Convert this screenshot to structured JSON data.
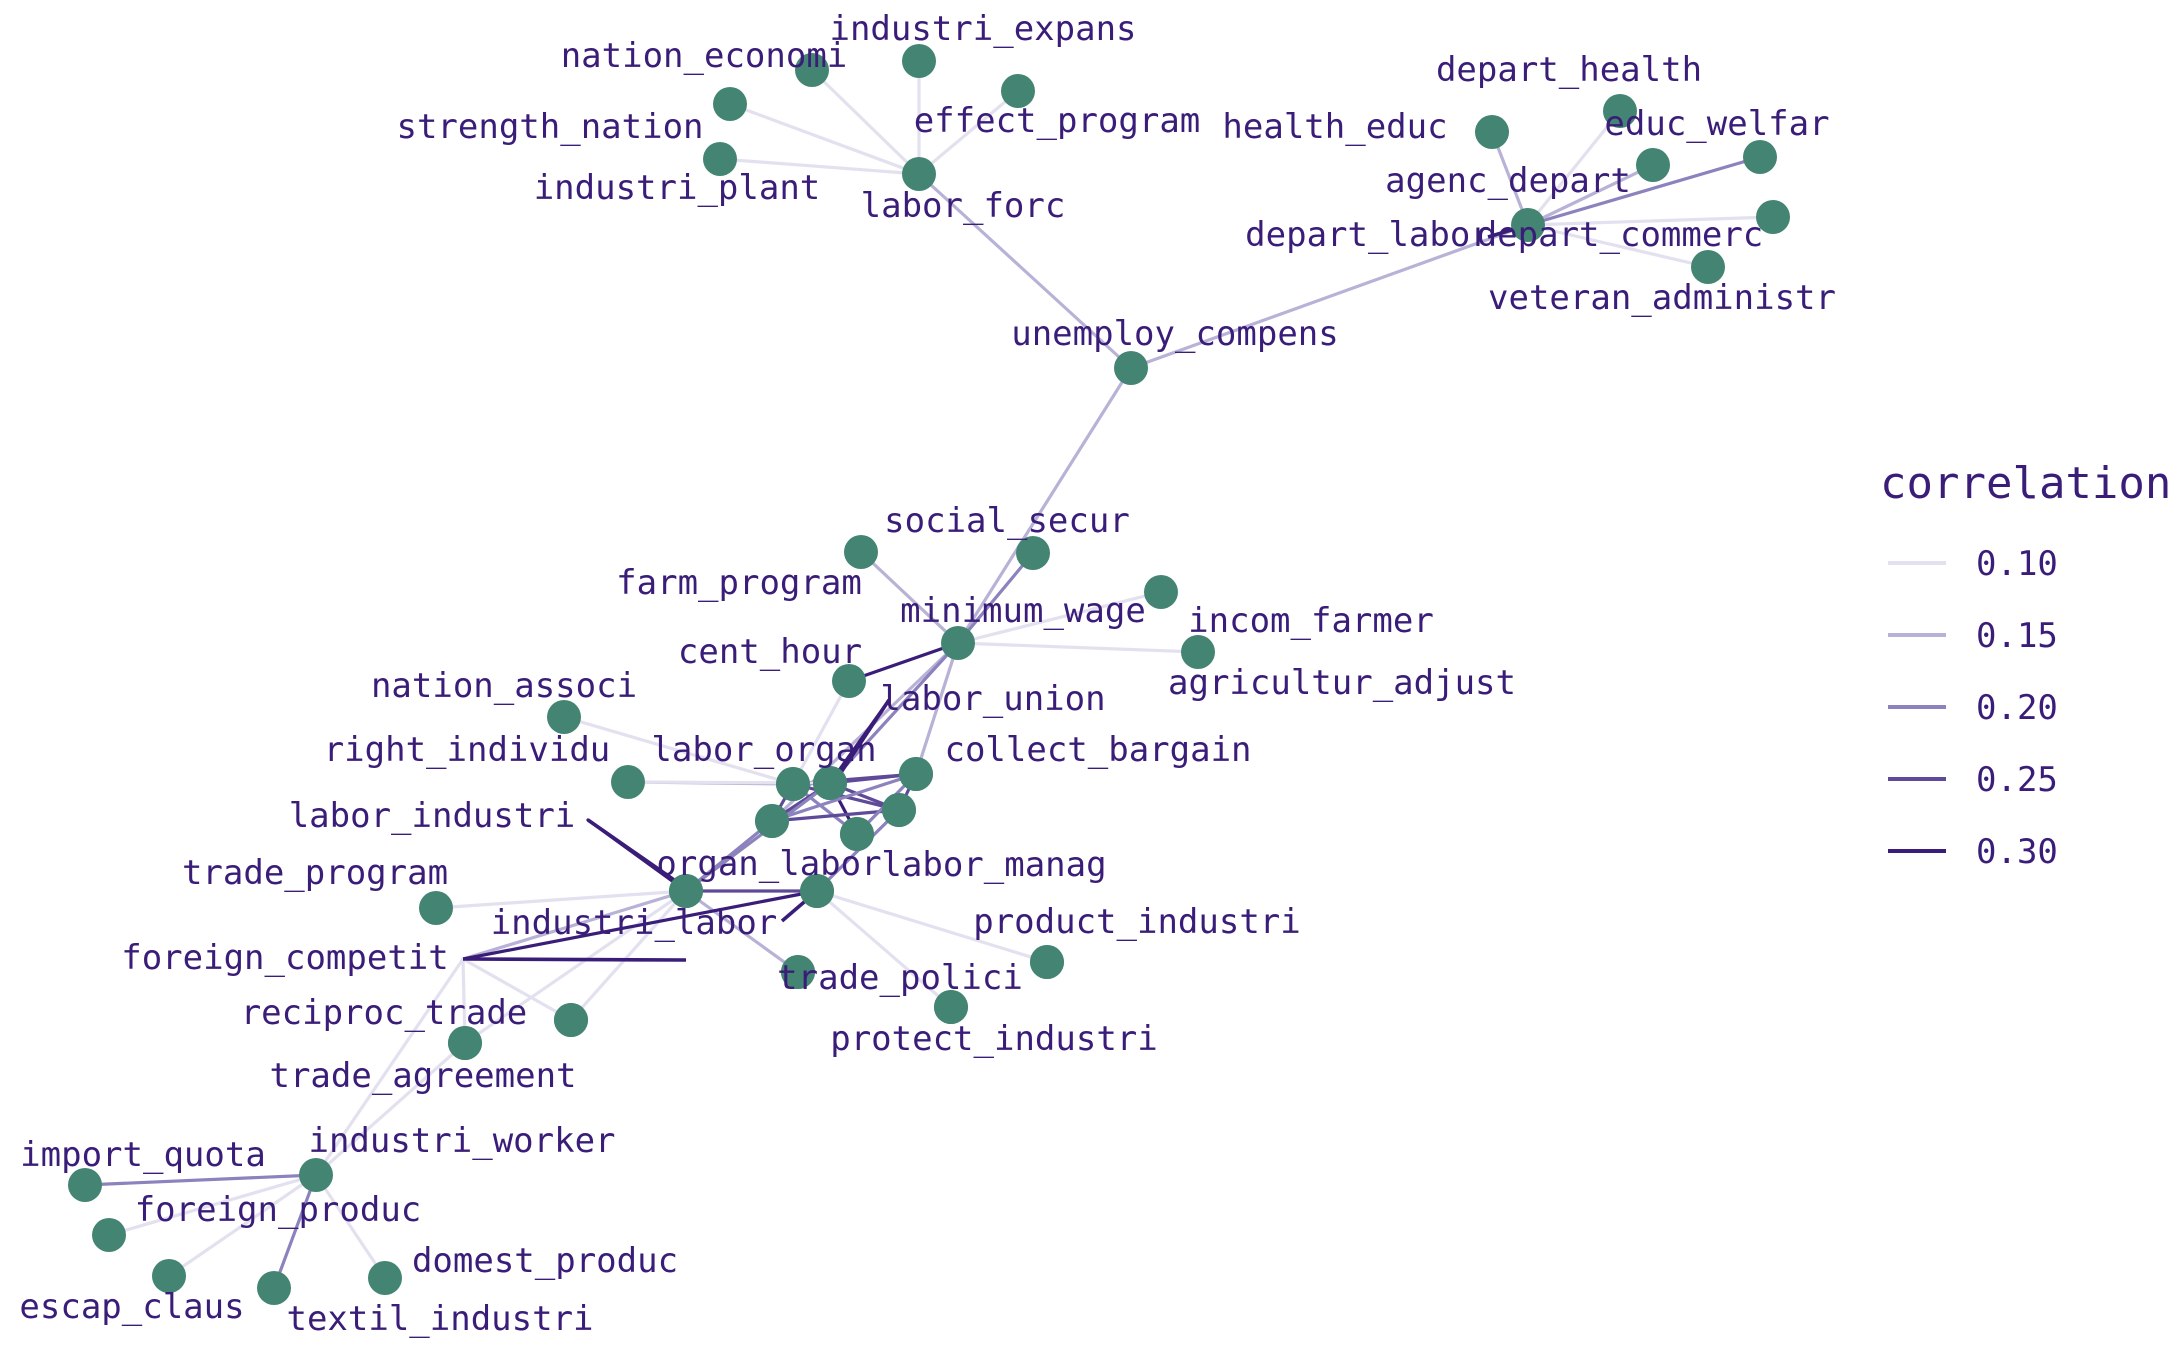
{
  "legend": {
    "title": "correlation",
    "items": [
      {
        "label": "0.10",
        "value": 0.1,
        "color": "#e3e1ef"
      },
      {
        "label": "0.15",
        "value": 0.15,
        "color": "#b7b2d6"
      },
      {
        "label": "0.20",
        "value": 0.2,
        "color": "#8c82bd"
      },
      {
        "label": "0.25",
        "value": 0.25,
        "color": "#5e4a99"
      },
      {
        "label": "0.30",
        "value": 0.3,
        "color": "#3a1d78"
      }
    ]
  },
  "colors": {
    "node": "#438572",
    "label": "#3a1d78"
  },
  "nodes": [
    {
      "id": "industri_expans",
      "label": "industri_expans"
    },
    {
      "id": "nation_economi",
      "label": "nation_economi"
    },
    {
      "id": "effect_program",
      "label": "effect_program"
    },
    {
      "id": "strength_nation",
      "label": "strength_nation"
    },
    {
      "id": "industri_plant",
      "label": "industri_plant"
    },
    {
      "id": "labor_forc",
      "label": "labor_forc"
    },
    {
      "id": "depart_health",
      "label": "depart_health"
    },
    {
      "id": "health_educ",
      "label": "health_educ"
    },
    {
      "id": "educ_welfar",
      "label": "educ_welfar"
    },
    {
      "id": "agenc_depart",
      "label": "agenc_depart"
    },
    {
      "id": "depart_labor",
      "label": "depart_labor"
    },
    {
      "id": "depart_commerc",
      "label": "depart_commerc"
    },
    {
      "id": "veteran_administr",
      "label": "veteran_administr"
    },
    {
      "id": "unemploy_compens",
      "label": "unemploy_compens"
    },
    {
      "id": "social_secur",
      "label": "social_secur"
    },
    {
      "id": "farm_program",
      "label": "farm_program"
    },
    {
      "id": "minimum_wage",
      "label": "minimum_wage"
    },
    {
      "id": "incom_farmer",
      "label": "incom_farmer"
    },
    {
      "id": "agricultur_adjust",
      "label": "agricultur_adjust"
    },
    {
      "id": "cent_hour",
      "label": "cent_hour"
    },
    {
      "id": "labor_union",
      "label": "labor_union"
    },
    {
      "id": "nation_associ",
      "label": "nation_associ"
    },
    {
      "id": "right_individu",
      "label": "right_individu"
    },
    {
      "id": "labor_organ",
      "label": "labor_organ"
    },
    {
      "id": "collect_bargain",
      "label": "collect_bargain"
    },
    {
      "id": "labor_industri",
      "label": "labor_industri"
    },
    {
      "id": "labor_manag",
      "label": "labor_manag"
    },
    {
      "id": "organ_labor",
      "label": "organ_labor"
    },
    {
      "id": "trade_program",
      "label": "trade_program"
    },
    {
      "id": "industri_labor",
      "label": "industri_labor"
    },
    {
      "id": "product_industri",
      "label": "product_industri"
    },
    {
      "id": "foreign_competit",
      "label": "foreign_competit"
    },
    {
      "id": "trade_polici",
      "label": "trade_polici"
    },
    {
      "id": "protect_industri",
      "label": "protect_industri"
    },
    {
      "id": "reciproc_trade",
      "label": "reciproc_trade"
    },
    {
      "id": "trade_agreement",
      "label": "trade_agreement"
    },
    {
      "id": "industri_worker",
      "label": "industri_worker"
    },
    {
      "id": "import_quota",
      "label": "import_quota"
    },
    {
      "id": "foreign_produc",
      "label": "foreign_produc"
    },
    {
      "id": "domest_produc",
      "label": "domest_produc"
    },
    {
      "id": "escap_claus",
      "label": "escap_claus"
    },
    {
      "id": "textil_industri",
      "label": "textil_industri"
    },
    {
      "id": "hub1",
      "label": ""
    },
    {
      "id": "hub2",
      "label": ""
    },
    {
      "id": "hub3",
      "label": ""
    },
    {
      "id": "hub4",
      "label": ""
    },
    {
      "id": "hub5",
      "label": ""
    },
    {
      "id": "hub6",
      "label": ""
    }
  ],
  "edges": [
    {
      "source": "labor_forc",
      "target": "industri_expans",
      "weight": 0.1
    },
    {
      "source": "labor_forc",
      "target": "nation_economi",
      "weight": 0.1
    },
    {
      "source": "labor_forc",
      "target": "effect_program",
      "weight": 0.1
    },
    {
      "source": "labor_forc",
      "target": "strength_nation",
      "weight": 0.1
    },
    {
      "source": "labor_forc",
      "target": "industri_plant",
      "weight": 0.1
    },
    {
      "source": "labor_forc",
      "target": "unemploy_compens",
      "weight": 0.17
    },
    {
      "source": "depart_labor",
      "target": "depart_health",
      "weight": 0.12
    },
    {
      "source": "depart_labor",
      "target": "health_educ",
      "weight": 0.17
    },
    {
      "source": "depart_labor",
      "target": "educ_welfar",
      "weight": 0.2
    },
    {
      "source": "depart_labor",
      "target": "agenc_depart",
      "weight": 0.13
    },
    {
      "source": "depart_labor",
      "target": "depart_commerc",
      "weight": 0.1
    },
    {
      "source": "depart_labor",
      "target": "veteran_administr",
      "weight": 0.1
    },
    {
      "source": "depart_labor",
      "target": "unemploy_compens",
      "weight": 0.15
    },
    {
      "source": "unemploy_compens",
      "target": "minimum_wage",
      "weight": 0.14
    },
    {
      "source": "minimum_wage",
      "target": "social_secur",
      "weight": 0.22
    },
    {
      "source": "minimum_wage",
      "target": "farm_program",
      "weight": 0.13
    },
    {
      "source": "minimum_wage",
      "target": "incom_farmer",
      "weight": 0.12
    },
    {
      "source": "minimum_wage",
      "target": "agricultur_adjust",
      "weight": 0.1
    },
    {
      "source": "minimum_wage",
      "target": "cent_hour",
      "weight": 0.3
    },
    {
      "source": "minimum_wage",
      "target": "hub3",
      "weight": 0.15
    },
    {
      "source": "minimum_wage",
      "target": "hub2",
      "weight": 0.18
    },
    {
      "source": "minimum_wage",
      "target": "hub4",
      "weight": 0.15
    },
    {
      "source": "cent_hour",
      "target": "hub1",
      "weight": 0.1
    },
    {
      "source": "labor_union",
      "target": "hub2",
      "weight": 0.3
    },
    {
      "source": "hub1",
      "target": "hub2",
      "weight": 0.27
    },
    {
      "source": "hub1",
      "target": "hub3",
      "weight": 0.27
    },
    {
      "source": "hub1",
      "target": "hub4",
      "weight": 0.27
    },
    {
      "source": "hub1",
      "target": "hub5",
      "weight": 0.27
    },
    {
      "source": "hub1",
      "target": "hub6",
      "weight": 0.2
    },
    {
      "source": "hub2",
      "target": "hub3",
      "weight": 0.27
    },
    {
      "source": "hub2",
      "target": "hub4",
      "weight": 0.25
    },
    {
      "source": "hub2",
      "target": "hub5",
      "weight": 0.27
    },
    {
      "source": "hub2",
      "target": "hub6",
      "weight": 0.3
    },
    {
      "source": "hub3",
      "target": "hub4",
      "weight": 0.2
    },
    {
      "source": "hub3",
      "target": "hub5",
      "weight": 0.25
    },
    {
      "source": "hub4",
      "target": "hub5",
      "weight": 0.27
    },
    {
      "source": "hub4",
      "target": "hub6",
      "weight": 0.2
    },
    {
      "source": "nation_associ",
      "target": "hub1",
      "weight": 0.1
    },
    {
      "source": "right_individu",
      "target": "hub1",
      "weight": 0.13
    },
    {
      "source": "right_individu",
      "target": "hub2",
      "weight": 0.1
    },
    {
      "source": "labor_industri",
      "target": "organ_labor",
      "weight": 0.3
    },
    {
      "source": "organ_labor",
      "target": "hub2",
      "weight": 0.2
    },
    {
      "source": "organ_labor",
      "target": "hub3",
      "weight": 0.22
    },
    {
      "source": "organ_labor",
      "target": "industri_labor",
      "weight": 0.25
    },
    {
      "source": "organ_labor",
      "target": "trade_program",
      "weight": 0.12
    },
    {
      "source": "organ_labor",
      "target": "foreign_competit",
      "weight": 0.15
    },
    {
      "source": "organ_labor",
      "target": "reciproc_trade",
      "weight": 0.12
    },
    {
      "source": "organ_labor",
      "target": "trade_agreement",
      "weight": 0.12
    },
    {
      "source": "organ_labor",
      "target": "trade_polici",
      "weight": 0.15
    },
    {
      "source": "industri_labor",
      "target": "hub5",
      "weight": 0.18
    },
    {
      "source": "industri_labor",
      "target": "foreign_competit",
      "weight": 0.3
    },
    {
      "source": "industri_labor",
      "target": "product_industri",
      "weight": 0.1
    },
    {
      "source": "industri_labor",
      "target": "protect_industri",
      "weight": 0.12
    },
    {
      "source": "foreign_competit",
      "target": "reciproc_trade",
      "weight": 0.12
    },
    {
      "source": "foreign_competit",
      "target": "trade_agreement",
      "weight": 0.12
    },
    {
      "source": "foreign_competit",
      "target": "industri_worker",
      "weight": 0.12
    },
    {
      "source": "reciproc_trade",
      "target": "industri_worker",
      "weight": 0.1
    },
    {
      "source": "industri_worker",
      "target": "import_quota",
      "weight": 0.18
    },
    {
      "source": "industri_worker",
      "target": "foreign_produc",
      "weight": 0.12
    },
    {
      "source": "industri_worker",
      "target": "domest_produc",
      "weight": 0.12
    },
    {
      "source": "industri_worker",
      "target": "escap_claus",
      "weight": 0.1
    },
    {
      "source": "industri_worker",
      "target": "textil_industri",
      "weight": 0.18
    }
  ]
}
